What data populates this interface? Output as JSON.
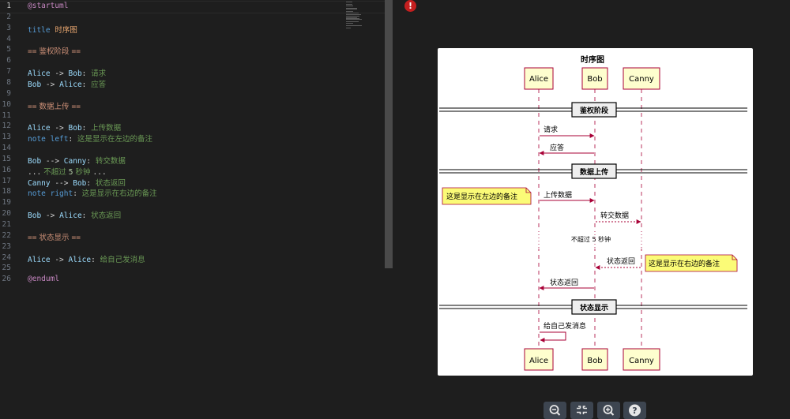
{
  "editor": {
    "current_line": 1,
    "lines": [
      {
        "n": "1",
        "tokens": [
          {
            "t": "@startuml",
            "c": "kw"
          }
        ]
      },
      {
        "n": "2",
        "tokens": []
      },
      {
        "n": "3",
        "tokens": [
          {
            "t": "title",
            "c": "blue"
          },
          {
            "t": " "
          },
          {
            "t": "时序图",
            "c": "cn"
          }
        ]
      },
      {
        "n": "4",
        "tokens": []
      },
      {
        "n": "5",
        "tokens": [
          {
            "t": "==",
            "c": "div"
          },
          {
            "t": " 鉴权阶段 ",
            "c": "str"
          },
          {
            "t": "==",
            "c": "div"
          }
        ]
      },
      {
        "n": "6",
        "tokens": []
      },
      {
        "n": "7",
        "tokens": [
          {
            "t": "Alice",
            "c": "ent"
          },
          {
            "t": " -> ",
            "c": "op"
          },
          {
            "t": "Bob",
            "c": "ent"
          },
          {
            "t": ": ",
            "c": "op"
          },
          {
            "t": "请求",
            "c": "msg"
          }
        ]
      },
      {
        "n": "8",
        "tokens": [
          {
            "t": "Bob",
            "c": "ent"
          },
          {
            "t": " -> ",
            "c": "op"
          },
          {
            "t": "Alice",
            "c": "ent"
          },
          {
            "t": ": ",
            "c": "op"
          },
          {
            "t": "应答",
            "c": "msg"
          }
        ]
      },
      {
        "n": "9",
        "tokens": []
      },
      {
        "n": "10",
        "tokens": [
          {
            "t": "==",
            "c": "div"
          },
          {
            "t": " 数据上传 ",
            "c": "str"
          },
          {
            "t": "==",
            "c": "div"
          }
        ]
      },
      {
        "n": "11",
        "tokens": []
      },
      {
        "n": "12",
        "tokens": [
          {
            "t": "Alice",
            "c": "ent"
          },
          {
            "t": " -> ",
            "c": "op"
          },
          {
            "t": "Bob",
            "c": "ent"
          },
          {
            "t": ": ",
            "c": "op"
          },
          {
            "t": "上传数据",
            "c": "msg"
          }
        ]
      },
      {
        "n": "13",
        "tokens": [
          {
            "t": "note left",
            "c": "blue"
          },
          {
            "t": ": ",
            "c": "op"
          },
          {
            "t": "这是显示在左边的备注",
            "c": "msg"
          }
        ]
      },
      {
        "n": "14",
        "tokens": []
      },
      {
        "n": "15",
        "tokens": [
          {
            "t": "Bob",
            "c": "ent"
          },
          {
            "t": " --> ",
            "c": "op"
          },
          {
            "t": "Canny",
            "c": "ent"
          },
          {
            "t": ": ",
            "c": "op"
          },
          {
            "t": "转交数据",
            "c": "msg"
          }
        ]
      },
      {
        "n": "16",
        "tokens": [
          {
            "t": "...",
            "c": "op"
          },
          {
            "t": " 不超过 ",
            "c": "msg"
          },
          {
            "t": "5",
            "c": "num"
          },
          {
            "t": " 秒钟 ",
            "c": "msg"
          },
          {
            "t": "...",
            "c": "op"
          }
        ]
      },
      {
        "n": "17",
        "tokens": [
          {
            "t": "Canny",
            "c": "ent"
          },
          {
            "t": " --> ",
            "c": "op"
          },
          {
            "t": "Bob",
            "c": "ent"
          },
          {
            "t": ": ",
            "c": "op"
          },
          {
            "t": "状态返回",
            "c": "msg"
          }
        ]
      },
      {
        "n": "18",
        "tokens": [
          {
            "t": "note right",
            "c": "blue"
          },
          {
            "t": ": ",
            "c": "op"
          },
          {
            "t": "这是显示在右边的备注",
            "c": "msg"
          }
        ]
      },
      {
        "n": "19",
        "tokens": []
      },
      {
        "n": "20",
        "tokens": [
          {
            "t": "Bob",
            "c": "ent"
          },
          {
            "t": " -> ",
            "c": "op"
          },
          {
            "t": "Alice",
            "c": "ent"
          },
          {
            "t": ": ",
            "c": "op"
          },
          {
            "t": "状态返回",
            "c": "msg"
          }
        ]
      },
      {
        "n": "21",
        "tokens": []
      },
      {
        "n": "22",
        "tokens": [
          {
            "t": "==",
            "c": "div"
          },
          {
            "t": " 状态显示 ",
            "c": "str"
          },
          {
            "t": "==",
            "c": "div"
          }
        ]
      },
      {
        "n": "23",
        "tokens": []
      },
      {
        "n": "24",
        "tokens": [
          {
            "t": "Alice",
            "c": "ent"
          },
          {
            "t": " -> ",
            "c": "op"
          },
          {
            "t": "Alice",
            "c": "ent"
          },
          {
            "t": ": ",
            "c": "op"
          },
          {
            "t": "给自己发消息",
            "c": "msg"
          }
        ]
      },
      {
        "n": "25",
        "tokens": []
      },
      {
        "n": "26",
        "tokens": [
          {
            "t": "@enduml",
            "c": "kw"
          }
        ]
      }
    ]
  },
  "preview": {
    "error_badge": "!",
    "diagram": {
      "title": "时序图",
      "participants": [
        "Alice",
        "Bob",
        "Canny"
      ],
      "dividers": [
        "鉴权阶段",
        "数据上传",
        "状态显示"
      ],
      "messages": [
        "请求",
        "应答",
        "上传数据",
        "转交数据",
        "状态返回",
        "状态返回",
        "给自己发消息"
      ],
      "delay": "不超过 5 秒钟",
      "notes": [
        "这是显示在左边的备注",
        "这是显示在右边的备注"
      ]
    },
    "toolbar": {
      "buttons": [
        {
          "name": "zoom-out-button",
          "icon": "zoom-out-icon"
        },
        {
          "name": "fit-to-screen-button",
          "icon": "fit-to-screen-icon"
        },
        {
          "name": "zoom-in-button",
          "icon": "zoom-in-icon"
        },
        {
          "name": "help-button",
          "icon": "help-icon"
        }
      ]
    }
  },
  "colors": {
    "arrow": "#a80036",
    "participant_fill": "#fefece",
    "note_fill": "#fbfb77",
    "lifeline": "#a80036"
  }
}
